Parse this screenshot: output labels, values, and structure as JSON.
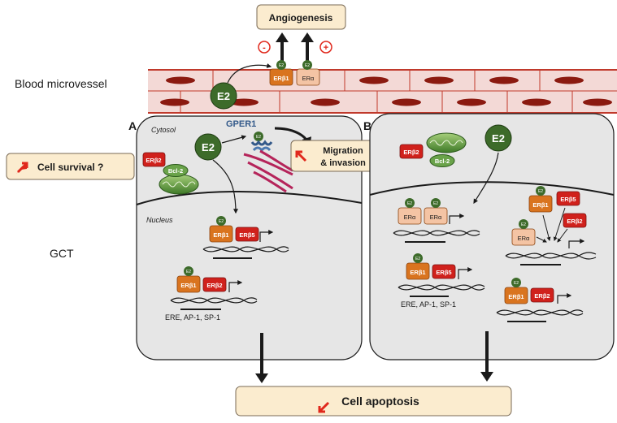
{
  "header": {
    "angiogenesis": "Angiogenesis",
    "minus": "-",
    "plus": "+"
  },
  "vessel": {
    "label": "Blood microvessel",
    "e2": "E2",
    "er_beta1": "ERβ1",
    "er_alpha": "ERα"
  },
  "side": {
    "gct": "GCT",
    "cell_survival": "Cell survival ?"
  },
  "panel_a": {
    "letter": "A",
    "cytosol": "Cytosol",
    "nucleus": "Nucleus",
    "gper1": "GPER1",
    "e2": "E2",
    "migration_line1": "Migration",
    "migration_line2": "& invasion",
    "er_beta2": "ERβ2",
    "bcl2": "Bcl-2",
    "er_beta1": "ERβ1",
    "er_beta5": "ERβ5",
    "response_elements": "ERE, AP-1, SP-1"
  },
  "panel_b": {
    "letter": "B",
    "er_beta2": "ERβ2",
    "bcl2": "Bcl-2",
    "e2": "E2",
    "er_alpha": "ERα",
    "er_beta1": "ERβ1",
    "er_beta5": "ERβ5",
    "response_elements": "ERE, AP-1, SP-1"
  },
  "footer": {
    "apoptosis": "Cell apoptosis"
  },
  "colors": {
    "vessel_fill": "#f3d9d6",
    "vessel_border": "#c0392b",
    "rbc": "#8b1a10",
    "er_beta_red": "#d0211c",
    "er_beta1_orange": "#d9741f",
    "er_alpha_peach": "#f4c4a4",
    "e2_green": "#3d6b2a",
    "label_box": "#fbeccf",
    "cell_fill": "#e6e6e6",
    "gper_blue": "#33598a",
    "arrow_red": "#e0281c"
  }
}
